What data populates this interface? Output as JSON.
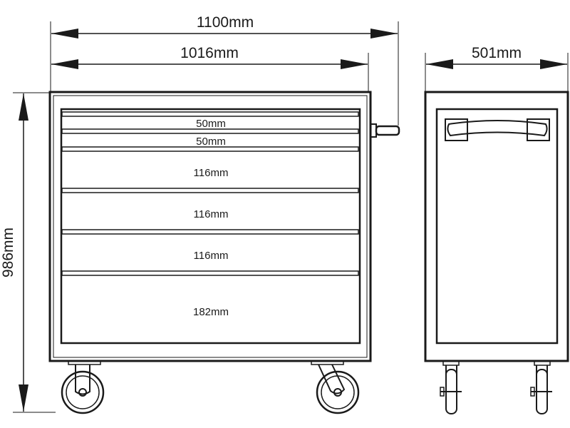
{
  "front_view": {
    "overall_width": "1100mm",
    "body_width": "1016mm",
    "height": "986mm",
    "drawers": [
      {
        "height": "50mm"
      },
      {
        "height": "50mm"
      },
      {
        "height": "116mm"
      },
      {
        "height": "116mm"
      },
      {
        "height": "116mm"
      },
      {
        "height": "182mm"
      }
    ]
  },
  "side_view": {
    "depth": "501mm"
  }
}
